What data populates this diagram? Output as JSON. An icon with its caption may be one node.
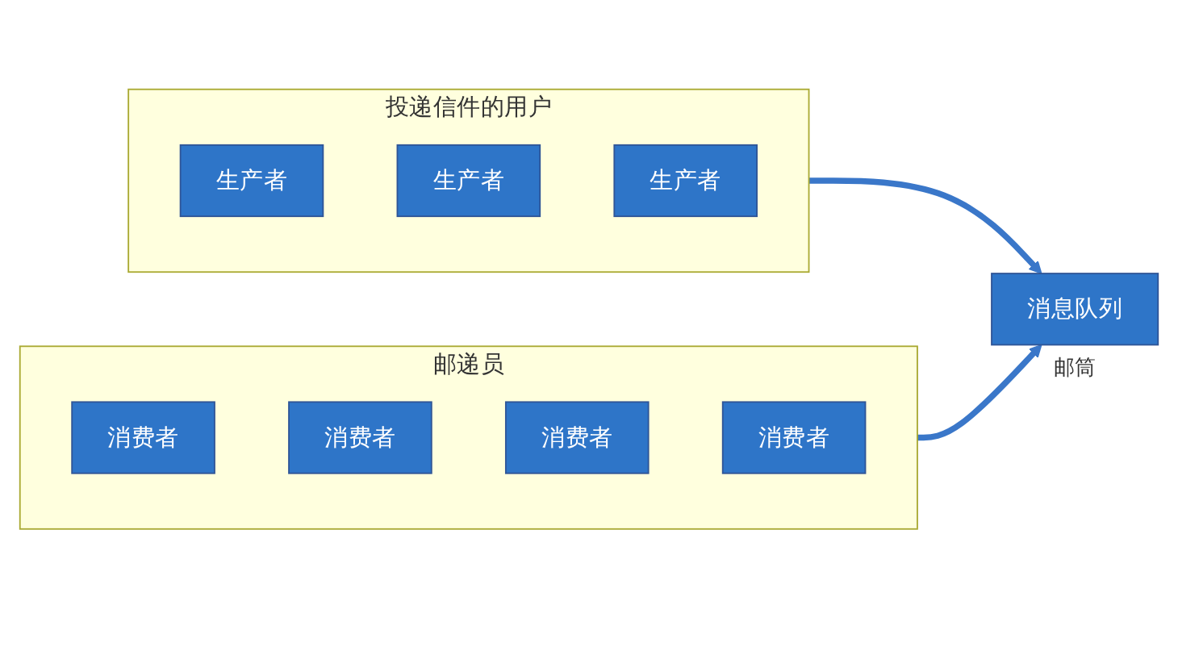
{
  "diagram": {
    "nodes": [
      {
        "text": [
          "投递信件的用户"
        ]
      },
      {
        "text": [
          "生产者"
        ],
        "in": 0
      },
      {
        "text": [
          "生产者"
        ],
        "in": 0
      },
      {
        "text": [
          "生产者"
        ],
        "in": 0
      },
      {
        "text": [
          "消息队列"
        ],
        "beside": [
          "邮筒"
        ]
      },
      {
        "text": [
          "邮递员"
        ]
      },
      {
        "text": [
          "消费者"
        ],
        "in": 5
      },
      {
        "text": [
          "消费者"
        ],
        "in": 5
      },
      {
        "text": [
          "消费者"
        ],
        "in": 5
      },
      {
        "text": [
          "消费者"
        ],
        "in": 5
      }
    ],
    "edges": [
      {
        "from": 0,
        "to": 4,
        "arrow": "to"
      },
      {
        "from": 5,
        "to": 4,
        "arrow": "to"
      }
    ]
  }
}
